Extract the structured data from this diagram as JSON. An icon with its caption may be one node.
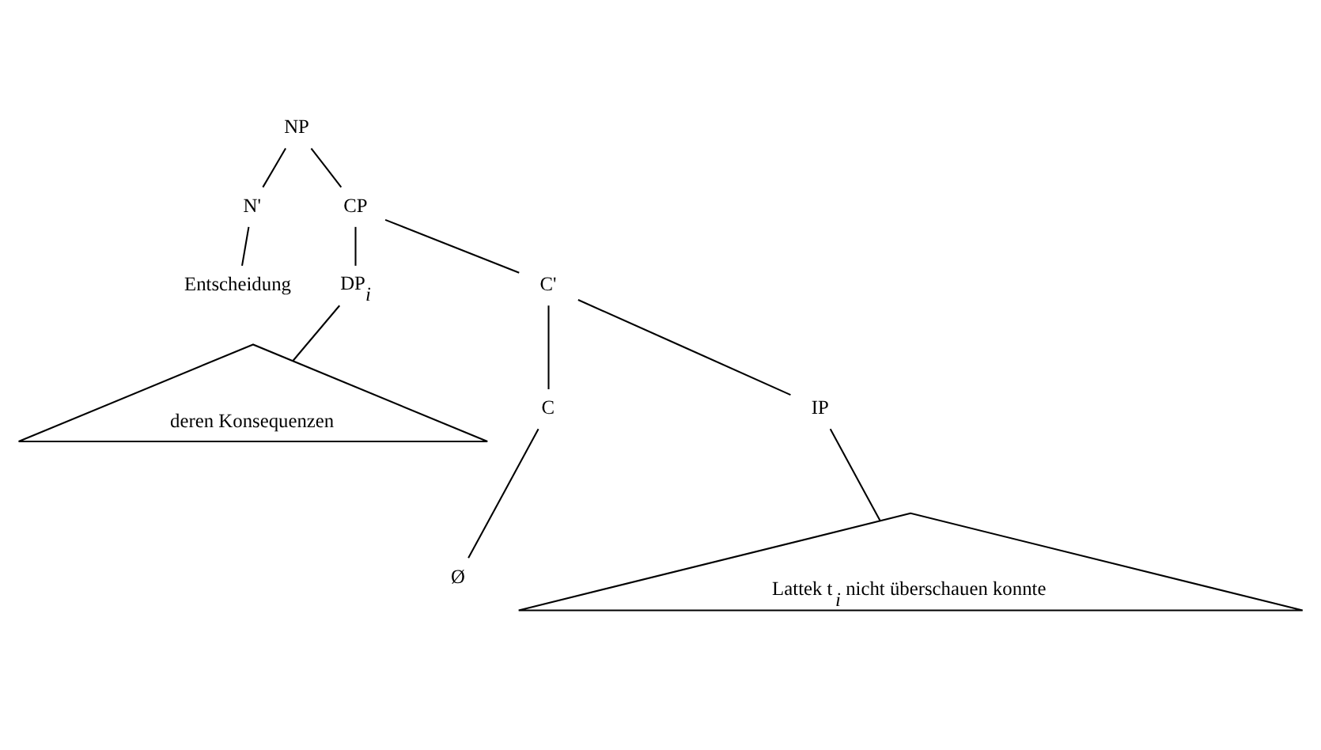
{
  "diagram": {
    "nodes": [
      {
        "text": [
          "NP"
        ]
      },
      {
        "text": [
          "N'"
        ]
      },
      {
        "text": [
          "CP"
        ]
      },
      {
        "text": [
          "Entscheidung"
        ]
      },
      {
        "text": [
          "DP$_{i}$"
        ]
      },
      {
        "text": [
          "C'"
        ]
      },
      {
        "text": [
          "deren Konsequenzen"
        ]
      },
      {
        "text": [
          "C"
        ]
      },
      {
        "text": [
          "IP"
        ]
      },
      {
        "text": [
          "Ø"
        ]
      },
      {
        "text": [
          "Lattek t$_{i}$ nicht überschauen konnte"
        ]
      }
    ],
    "edges": [
      {
        "from": 0,
        "to": 1,
        "arrow": "none"
      },
      {
        "from": 0,
        "to": 2,
        "arrow": "none"
      },
      {
        "from": 1,
        "to": 3,
        "arrow": "none"
      },
      {
        "from": 2,
        "to": 4,
        "arrow": "none"
      },
      {
        "from": 2,
        "to": 5,
        "arrow": "none"
      },
      {
        "from": 4,
        "to": 6,
        "arrow": "none"
      },
      {
        "from": 5,
        "to": 7,
        "arrow": "none"
      },
      {
        "from": 5,
        "to": 8,
        "arrow": "none"
      },
      {
        "from": 7,
        "to": 9,
        "arrow": "none"
      },
      {
        "from": 8,
        "to": 10,
        "arrow": "none"
      }
    ]
  }
}
